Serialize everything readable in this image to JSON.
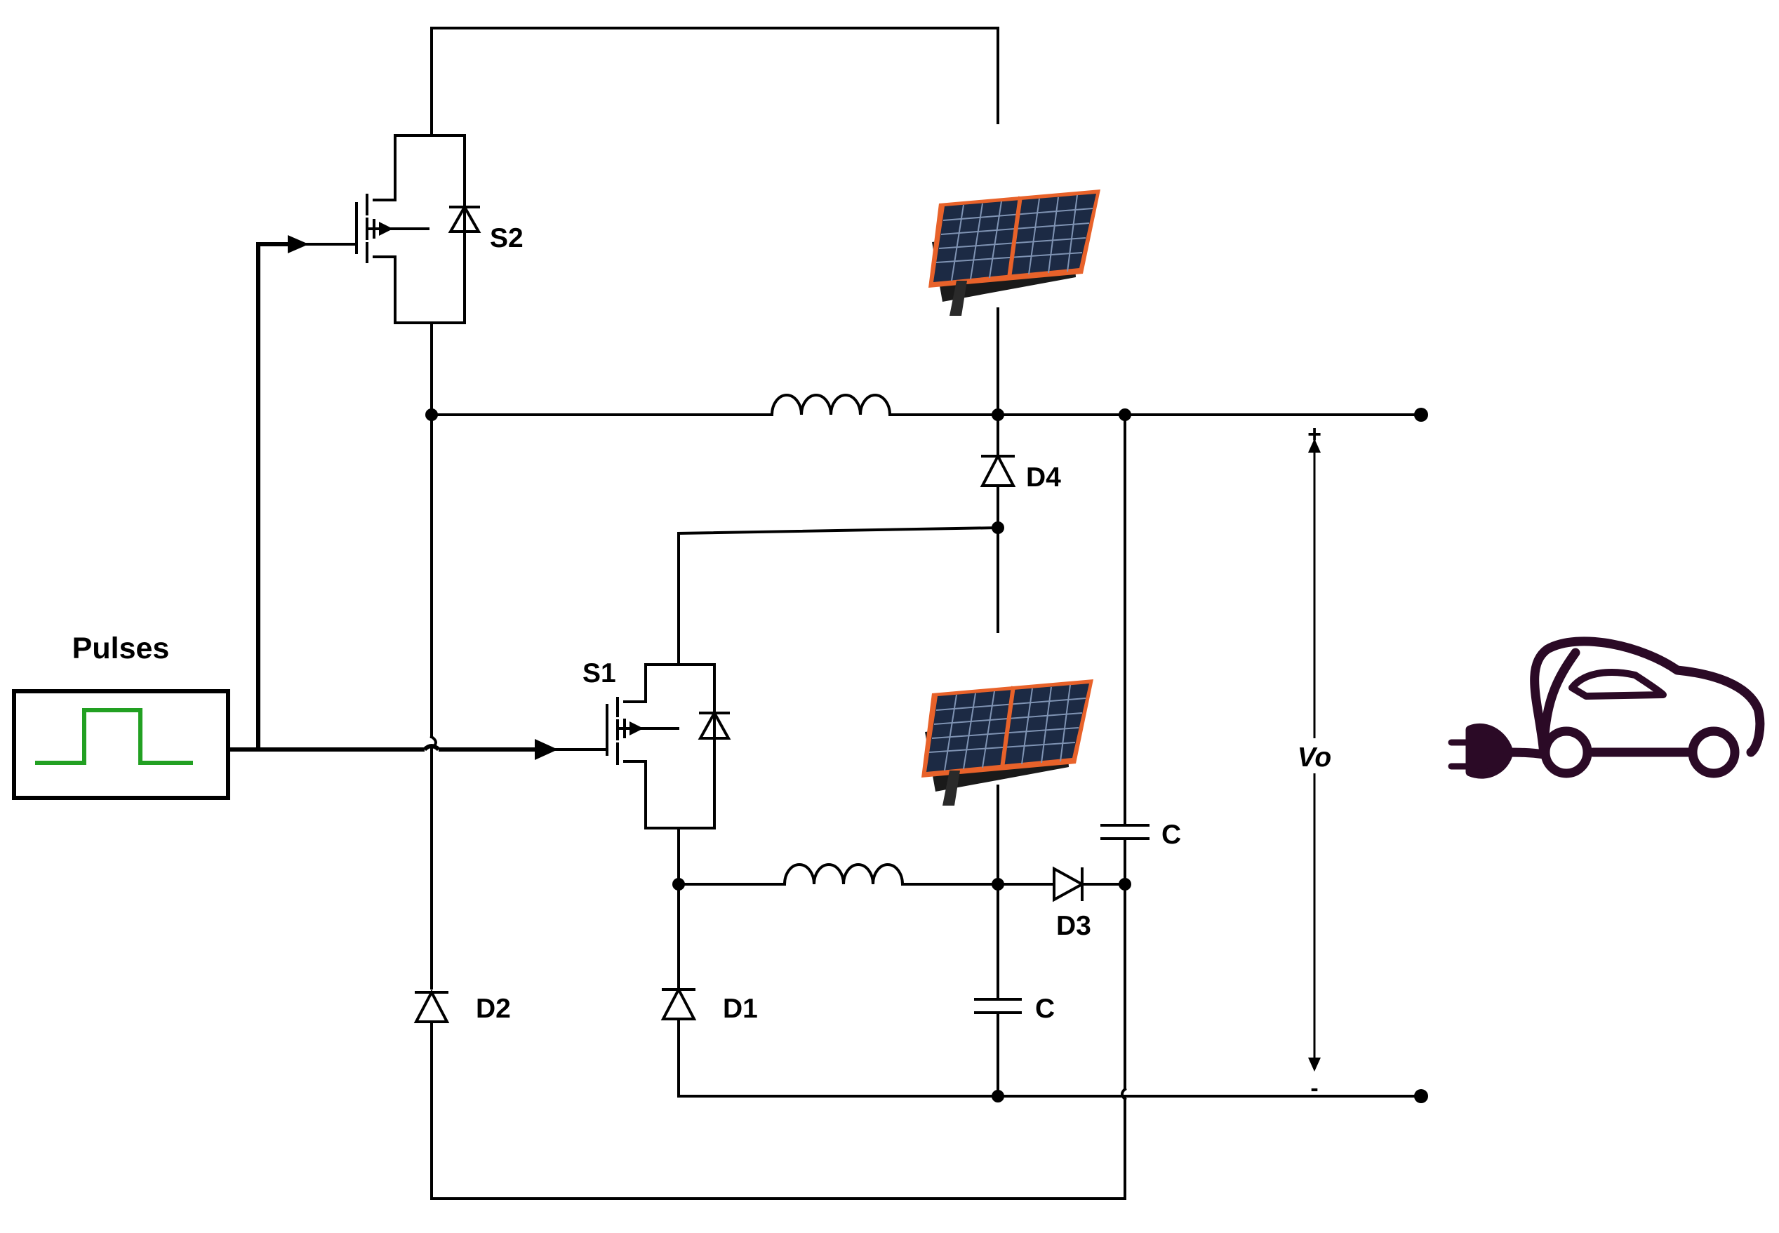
{
  "pulse_source": {
    "label": "Pulses",
    "waveform_color": "#22a022"
  },
  "switches": {
    "s1": "S1",
    "s2": "S2"
  },
  "diodes": {
    "d1": "D1",
    "d2": "D2",
    "d3": "D3",
    "d4": "D4"
  },
  "capacitors": {
    "c_upper": "C",
    "c_lower": "C"
  },
  "output": {
    "voltage_label": "Vo",
    "plus": "+",
    "minus": "-"
  },
  "icons": {
    "solar_panel": "solar-panel-icon",
    "vehicle": "electric-car-icon",
    "panel_frame_color": "#e8622a",
    "car_color": "#2b0a26"
  }
}
